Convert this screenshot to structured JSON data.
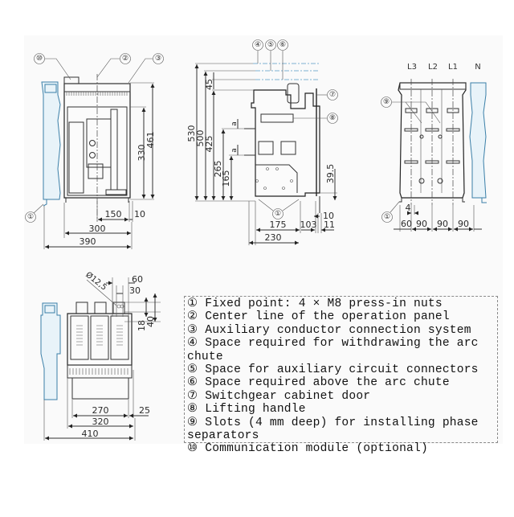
{
  "title": "Circuit breaker dimension drawing",
  "colors": {
    "line": "#222222",
    "neutral_pole": "#3a7fa8",
    "clearance_lines": "#7fb2d3",
    "sheet_bg": "#fafafa"
  },
  "front_view": {
    "callouts": [
      "⑩",
      "②",
      "③",
      "①"
    ],
    "dimensions": {
      "height_total": "461",
      "height_panel": "330",
      "center_offset": "150",
      "side_offset": "10",
      "width_body": "300",
      "width_total": "390"
    }
  },
  "side_view": {
    "callouts": [
      "④",
      "⑤",
      "⑥",
      "⑦",
      "⑧",
      "①"
    ],
    "dimensions": {
      "h530": "530",
      "h500": "500",
      "h425": "425",
      "h265": "265",
      "h165": "165",
      "h45": "45",
      "a_upper": "a",
      "a_lower": "a",
      "h39_5": "39.5",
      "d175": "175",
      "d103": "103",
      "d11": "11",
      "d10": "10",
      "d230": "230"
    }
  },
  "rear_view": {
    "phase_labels": [
      "L3",
      "L2",
      "L1",
      "N"
    ],
    "callouts": [
      "⑨",
      "①"
    ],
    "dimensions": {
      "slot": "4",
      "d60": "60",
      "pitch1": "90",
      "pitch2": "90",
      "pitch3": "90"
    }
  },
  "top_view": {
    "dimensions": {
      "hole_diameter": "Ø12,5",
      "d60": "60",
      "d30": "30",
      "d18": "18",
      "d40": "40",
      "d270": "270",
      "d25": "25",
      "d320": "320",
      "d410": "410"
    }
  },
  "legend": {
    "items": [
      "① Fixed point: 4 × M8 press-in nuts",
      "② Center line of the operation panel",
      "③ Auxiliary conductor connection system",
      "④ Space required for withdrawing the arc chute",
      "⑤ Space for auxiliary circuit connectors",
      "⑥ Space required above the arc chute",
      "⑦ Switchgear cabinet door",
      "⑧ Lifting handle",
      "⑨ Slots (4 mm deep) for installing phase separators",
      "⑩ Communication module (optional)"
    ]
  }
}
